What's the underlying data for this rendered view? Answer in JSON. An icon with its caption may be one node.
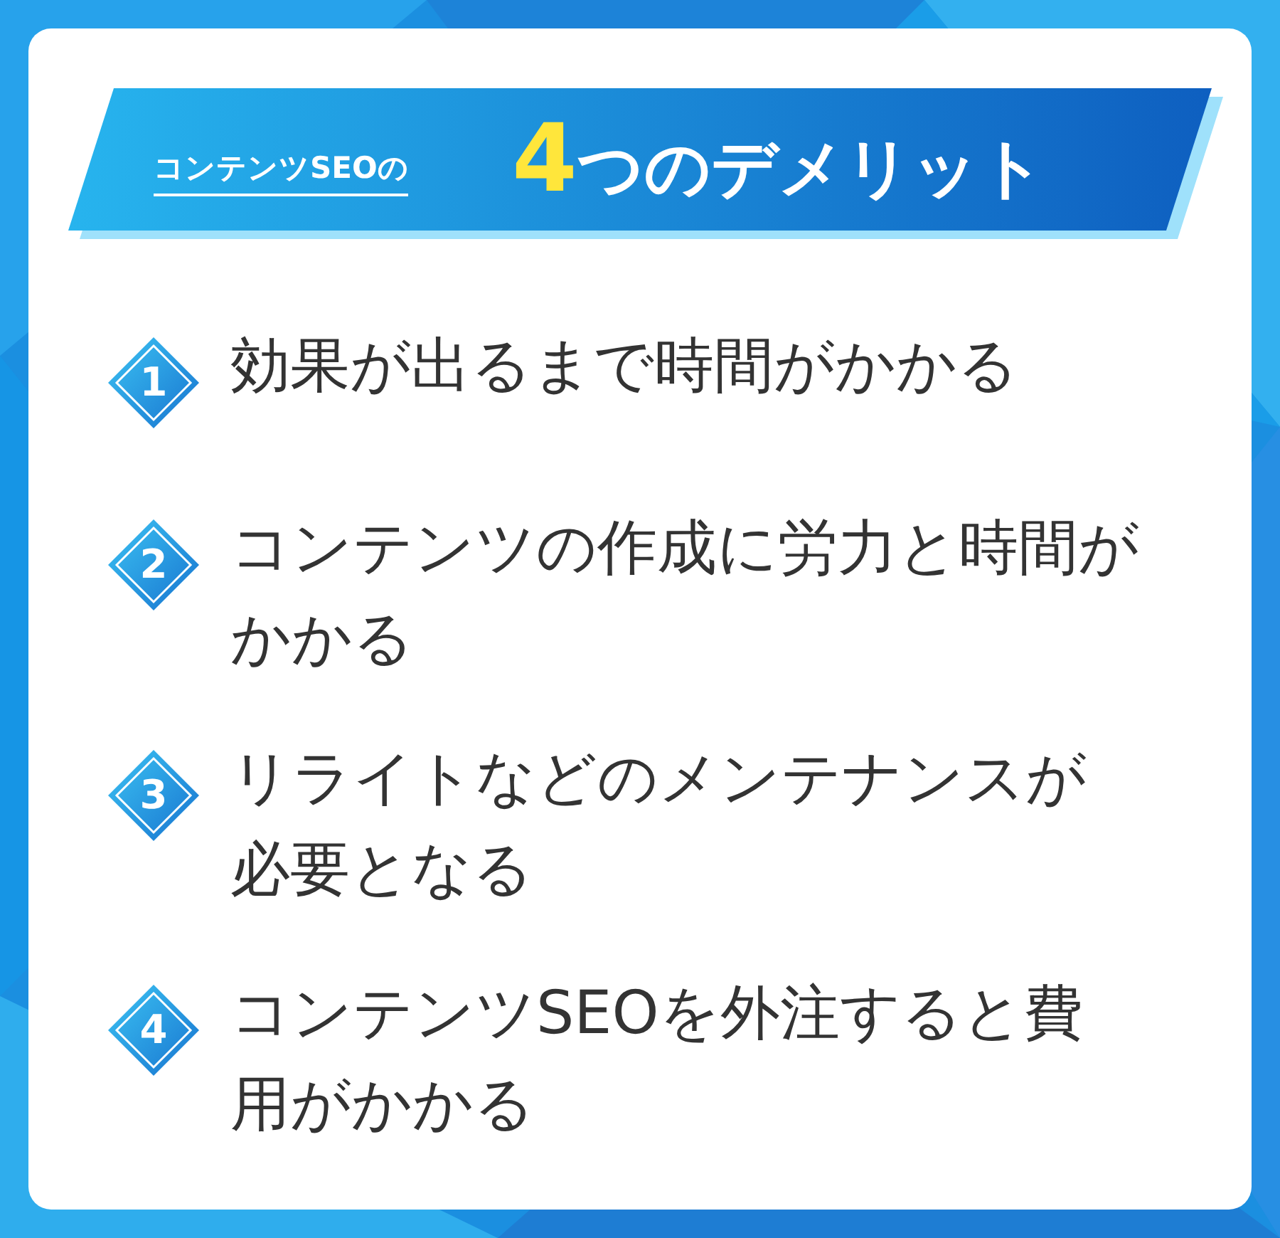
{
  "diagram": {
    "nodes": [
      {
        "text": [
          "コンテンツSEOの",
          "4つのデメリット"
        ]
      },
      {
        "text": [
          "1"
        ],
        "beside": [
          "効果が出るまで時間がかかる"
        ]
      },
      {
        "text": [
          "2"
        ],
        "beside": [
          "コンテンツの作成に労力と時間がかかる"
        ]
      },
      {
        "text": [
          "3"
        ],
        "beside": [
          "リライトなどのメンテナンスが必要となる"
        ]
      },
      {
        "text": [
          "4"
        ],
        "beside": [
          "コンテンツSEOを外注すると費用がかかる"
        ]
      }
    ]
  }
}
